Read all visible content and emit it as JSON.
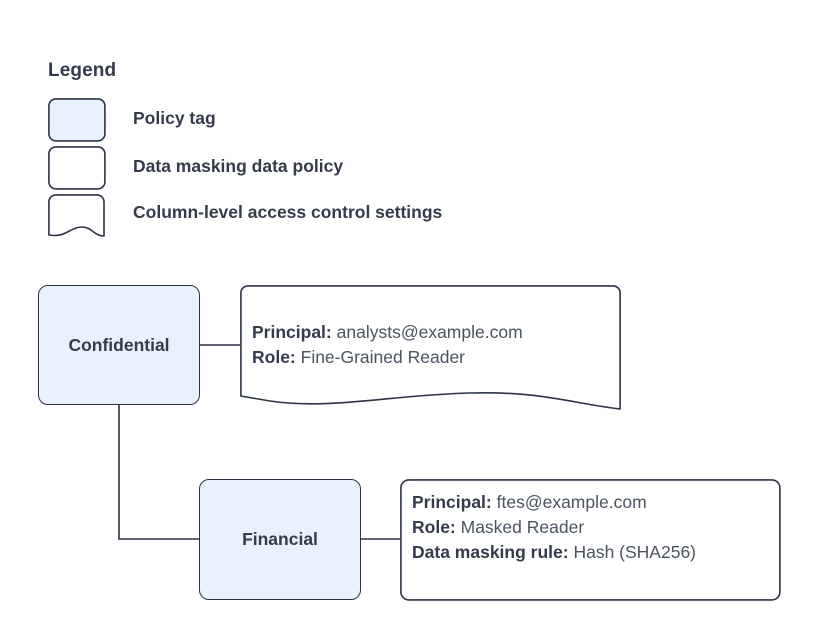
{
  "legend": {
    "title": "Legend",
    "items": [
      {
        "shape": "rounded-rect-filled",
        "label": "Policy tag"
      },
      {
        "shape": "rounded-rect-outline",
        "label": "Data masking data policy"
      },
      {
        "shape": "wavy-bottom-rect",
        "label": "Column-level access control settings"
      }
    ]
  },
  "diagram": {
    "nodes": [
      {
        "id": "confidential",
        "label": "Confidential"
      },
      {
        "id": "financial",
        "label": "Financial"
      }
    ],
    "callouts": [
      {
        "id": "confidential-callout",
        "shape": "wavy-bottom-rect",
        "lines": [
          {
            "label": "Principal:",
            "value": "analysts@example.com"
          },
          {
            "label": "Role:",
            "value": "Fine-Grained Reader"
          }
        ]
      },
      {
        "id": "financial-callout",
        "shape": "rounded-rect-outline",
        "lines": [
          {
            "label": "Principal:",
            "value": "ftes@example.com"
          },
          {
            "label": "Role:",
            "value": "Masked Reader"
          },
          {
            "label": "Data masking rule:",
            "value": "Hash (SHA256)"
          }
        ]
      }
    ],
    "connectors": [
      {
        "from": "confidential",
        "to": "confidential-callout"
      },
      {
        "from": "confidential",
        "to": "financial"
      },
      {
        "from": "financial",
        "to": "financial-callout"
      }
    ]
  },
  "colors": {
    "node_fill": "#e9f1fd",
    "stroke": "#2b3345",
    "text": "#343b4a",
    "value_text": "#4a5360",
    "background": "#ffffff"
  }
}
